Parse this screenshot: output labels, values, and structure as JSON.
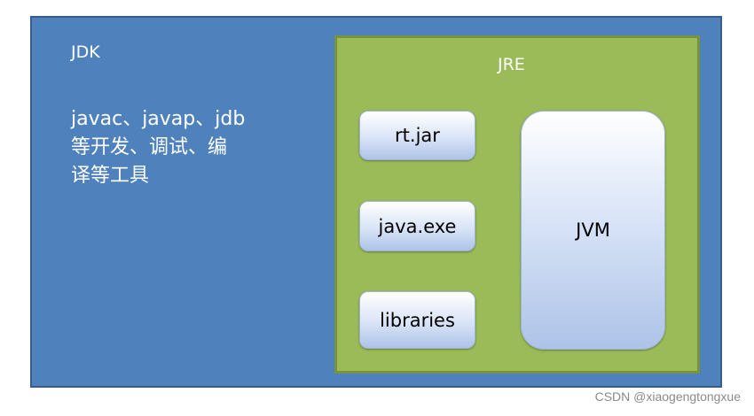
{
  "jdk": {
    "title": "JDK",
    "desc_line1": "javac、javap、jdb",
    "desc_line2": "等开发、调试、编",
    "desc_line3": "译等工具"
  },
  "jre": {
    "title": "JRE",
    "items": [
      "rt.jar",
      "java.exe",
      "libraries"
    ]
  },
  "jvm": {
    "label": "JVM"
  },
  "watermark": "CSDN @xiaogengtongxue",
  "colors": {
    "jdk_fill": "#4f81bd",
    "jre_fill": "#9bbb59",
    "component_fill": "#d9e4f7"
  }
}
